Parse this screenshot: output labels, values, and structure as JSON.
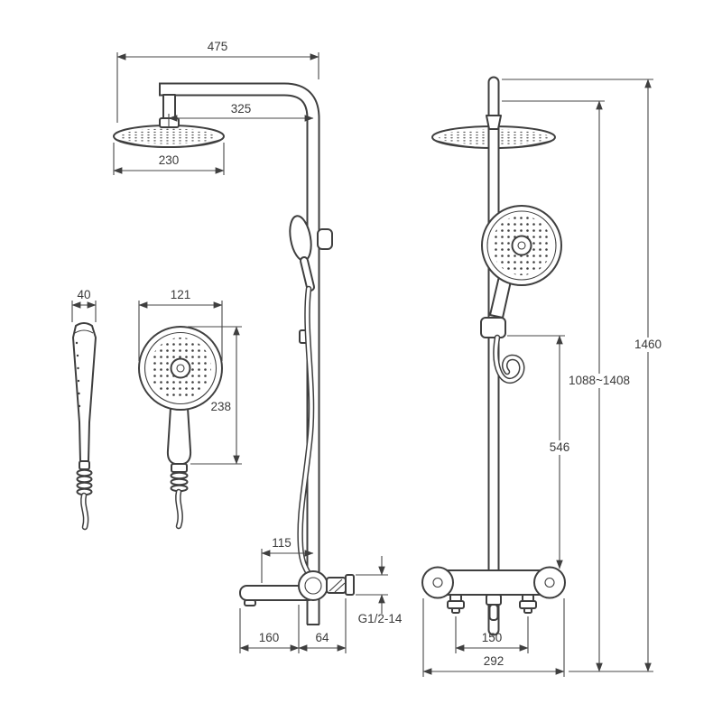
{
  "colors": {
    "line": "#3f3f3f",
    "dim_line": "#474747",
    "text": "#3a3a3a",
    "background": "#ffffff"
  },
  "dims": {
    "overhead_arm_width": "475",
    "arm_projection": "325",
    "rain_head_diameter": "230",
    "hand_shower_depth": "40",
    "hand_shower_diameter": "121",
    "hand_shower_length": "238",
    "spout_projection": "115",
    "spout_length": "160",
    "outlet_offset": "64",
    "outlet_thread": "G1/2-14",
    "total_height": "1460",
    "adjustable_height": "1088~1408",
    "slide_bar_length": "546",
    "connection_centers": "150",
    "mixer_body_width": "292"
  }
}
